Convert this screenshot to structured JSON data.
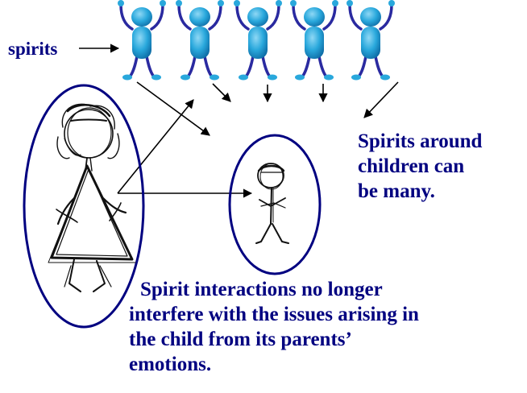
{
  "labels": {
    "spirits": "spirits",
    "around_lines": [
      "Spirits around",
      "children can",
      "be many."
    ],
    "interactions_lines": [
      "Spirit interactions no longer",
      "interfere with the issues arising in",
      "the child from its parents’",
      "emotions."
    ]
  },
  "colors": {
    "text": "#000080",
    "ellipse_stroke": "#000080",
    "spirit_body": "#29a8dc",
    "spirit_shade": "#0f6fa8",
    "spirit_limbs": "#2a2aa0",
    "arrow": "#000000",
    "sketch": "#111111"
  },
  "icons": {
    "spirit": "spirit-figure-icon",
    "parent": "parent-sketch-icon",
    "child": "child-sketch-icon"
  }
}
